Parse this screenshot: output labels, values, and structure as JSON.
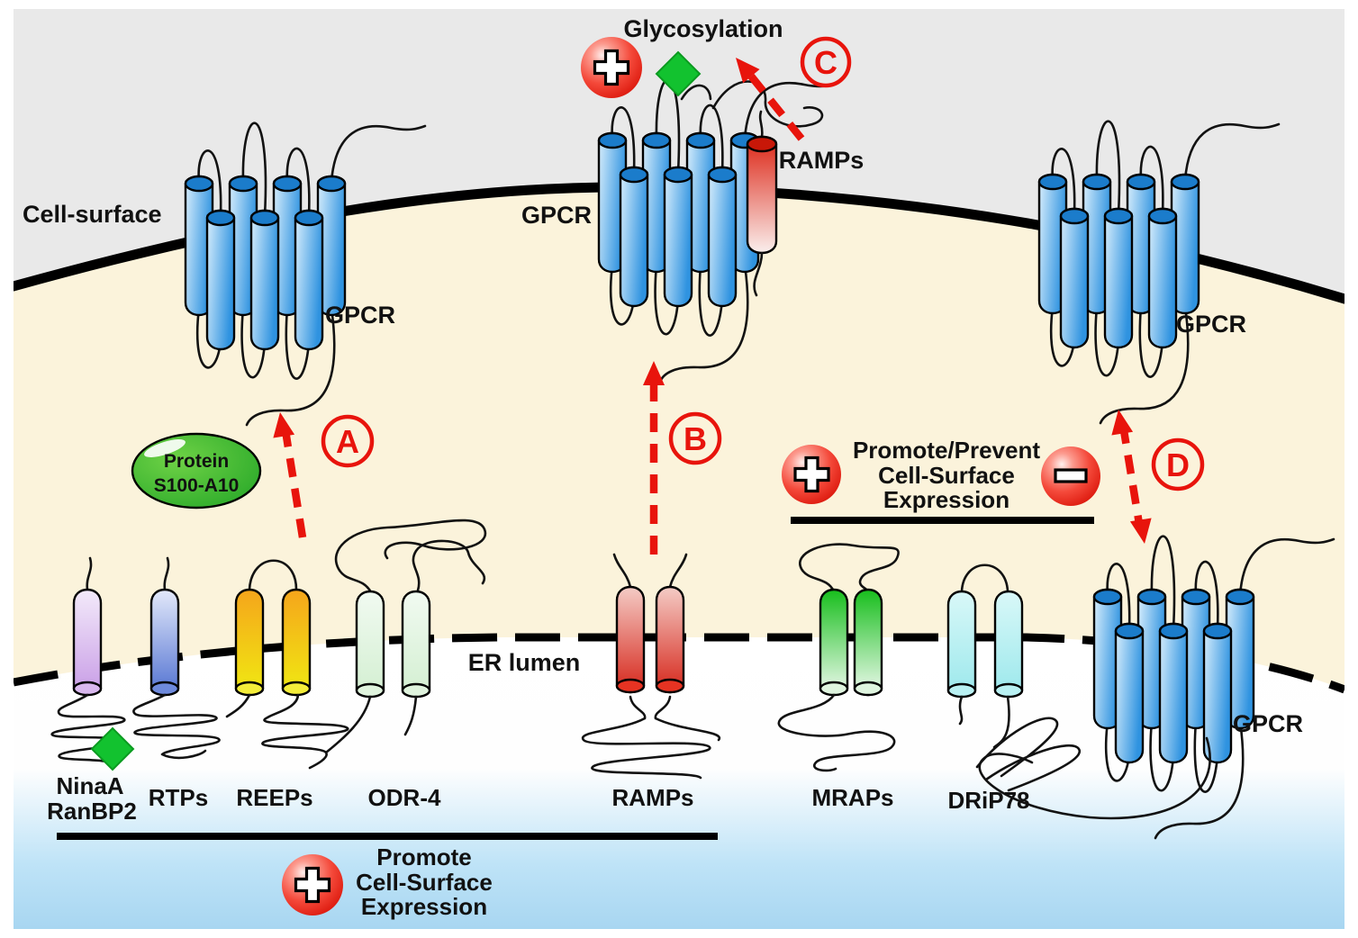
{
  "figure": {
    "title_region": "GPCR trafficking chaperone diagram",
    "region_labels": {
      "cell_surface": "Cell-surface",
      "er_lumen": "ER lumen"
    },
    "glycosylation_label": "Glycosylation",
    "gpcr_label": "GPCR",
    "ramps_surface_label": "RAMPs",
    "steps": {
      "a": "A",
      "b": "B",
      "c": "C",
      "d": "D"
    },
    "s100": {
      "line1": "Protein",
      "line2": "S100-A10"
    },
    "chaperones": {
      "ninaa": {
        "line1": "NinaA",
        "line2": "RanBP2"
      },
      "rtps": {
        "label": "RTPs"
      },
      "reeps": {
        "label": "REEPs"
      },
      "odr4": {
        "label": "ODR-4"
      },
      "ramps": {
        "label": "RAMPs"
      },
      "mraps": {
        "label": "MRAPs"
      },
      "drip78": {
        "label": "DRiP78"
      }
    },
    "captions": {
      "bottom": {
        "lines": [
          "Promote",
          "Cell-Surface",
          "Expression"
        ]
      },
      "right": {
        "lines": [
          "Promote/Prevent",
          "Cell-Surface",
          "Expression"
        ]
      }
    },
    "icons": {
      "plus": "plus-sphere-icon",
      "minus": "minus-sphere-icon",
      "glycan": "green-diamond-icon"
    },
    "colors": {
      "red": "#E8140C",
      "green": "#12C22F",
      "cream": "#FBF3DB",
      "gray": "#E9E9E9",
      "gpcr_blue": "#2F93E0",
      "er_blue": "#A8D6F1",
      "black": "#000000"
    }
  }
}
